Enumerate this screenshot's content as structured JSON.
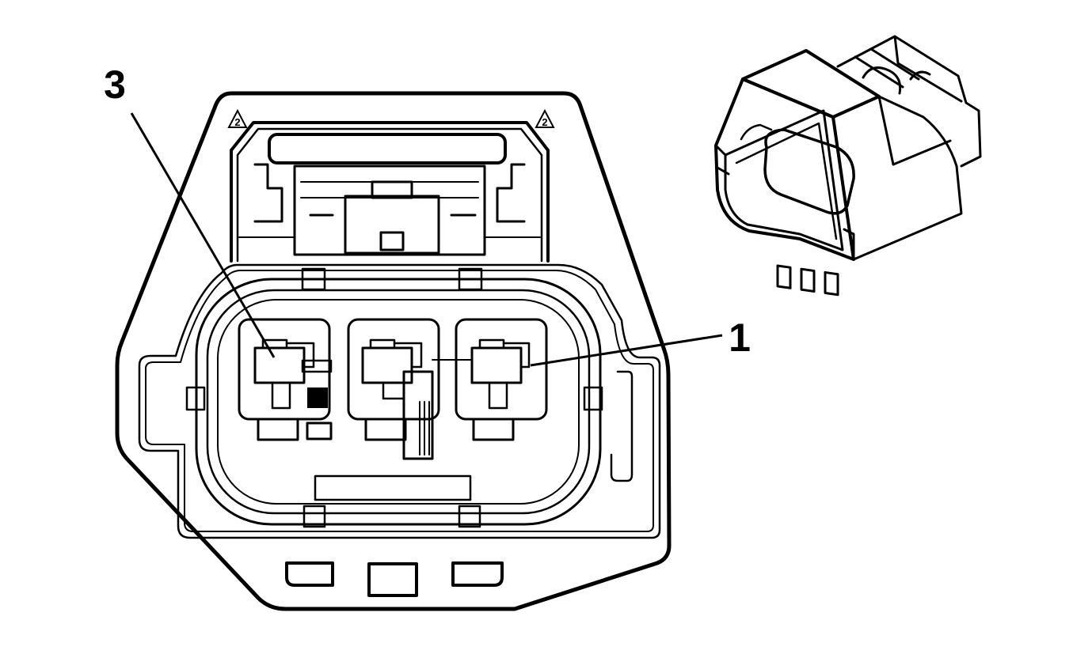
{
  "diagram": {
    "callouts": [
      {
        "id": "pin-3",
        "text": "3"
      },
      {
        "id": "pin-1",
        "text": "1"
      }
    ],
    "notes": [
      {
        "id": "note-left",
        "text": "2"
      },
      {
        "id": "note-right",
        "text": "2"
      }
    ],
    "colors": {
      "line": "#000000",
      "background": "#ffffff"
    }
  }
}
